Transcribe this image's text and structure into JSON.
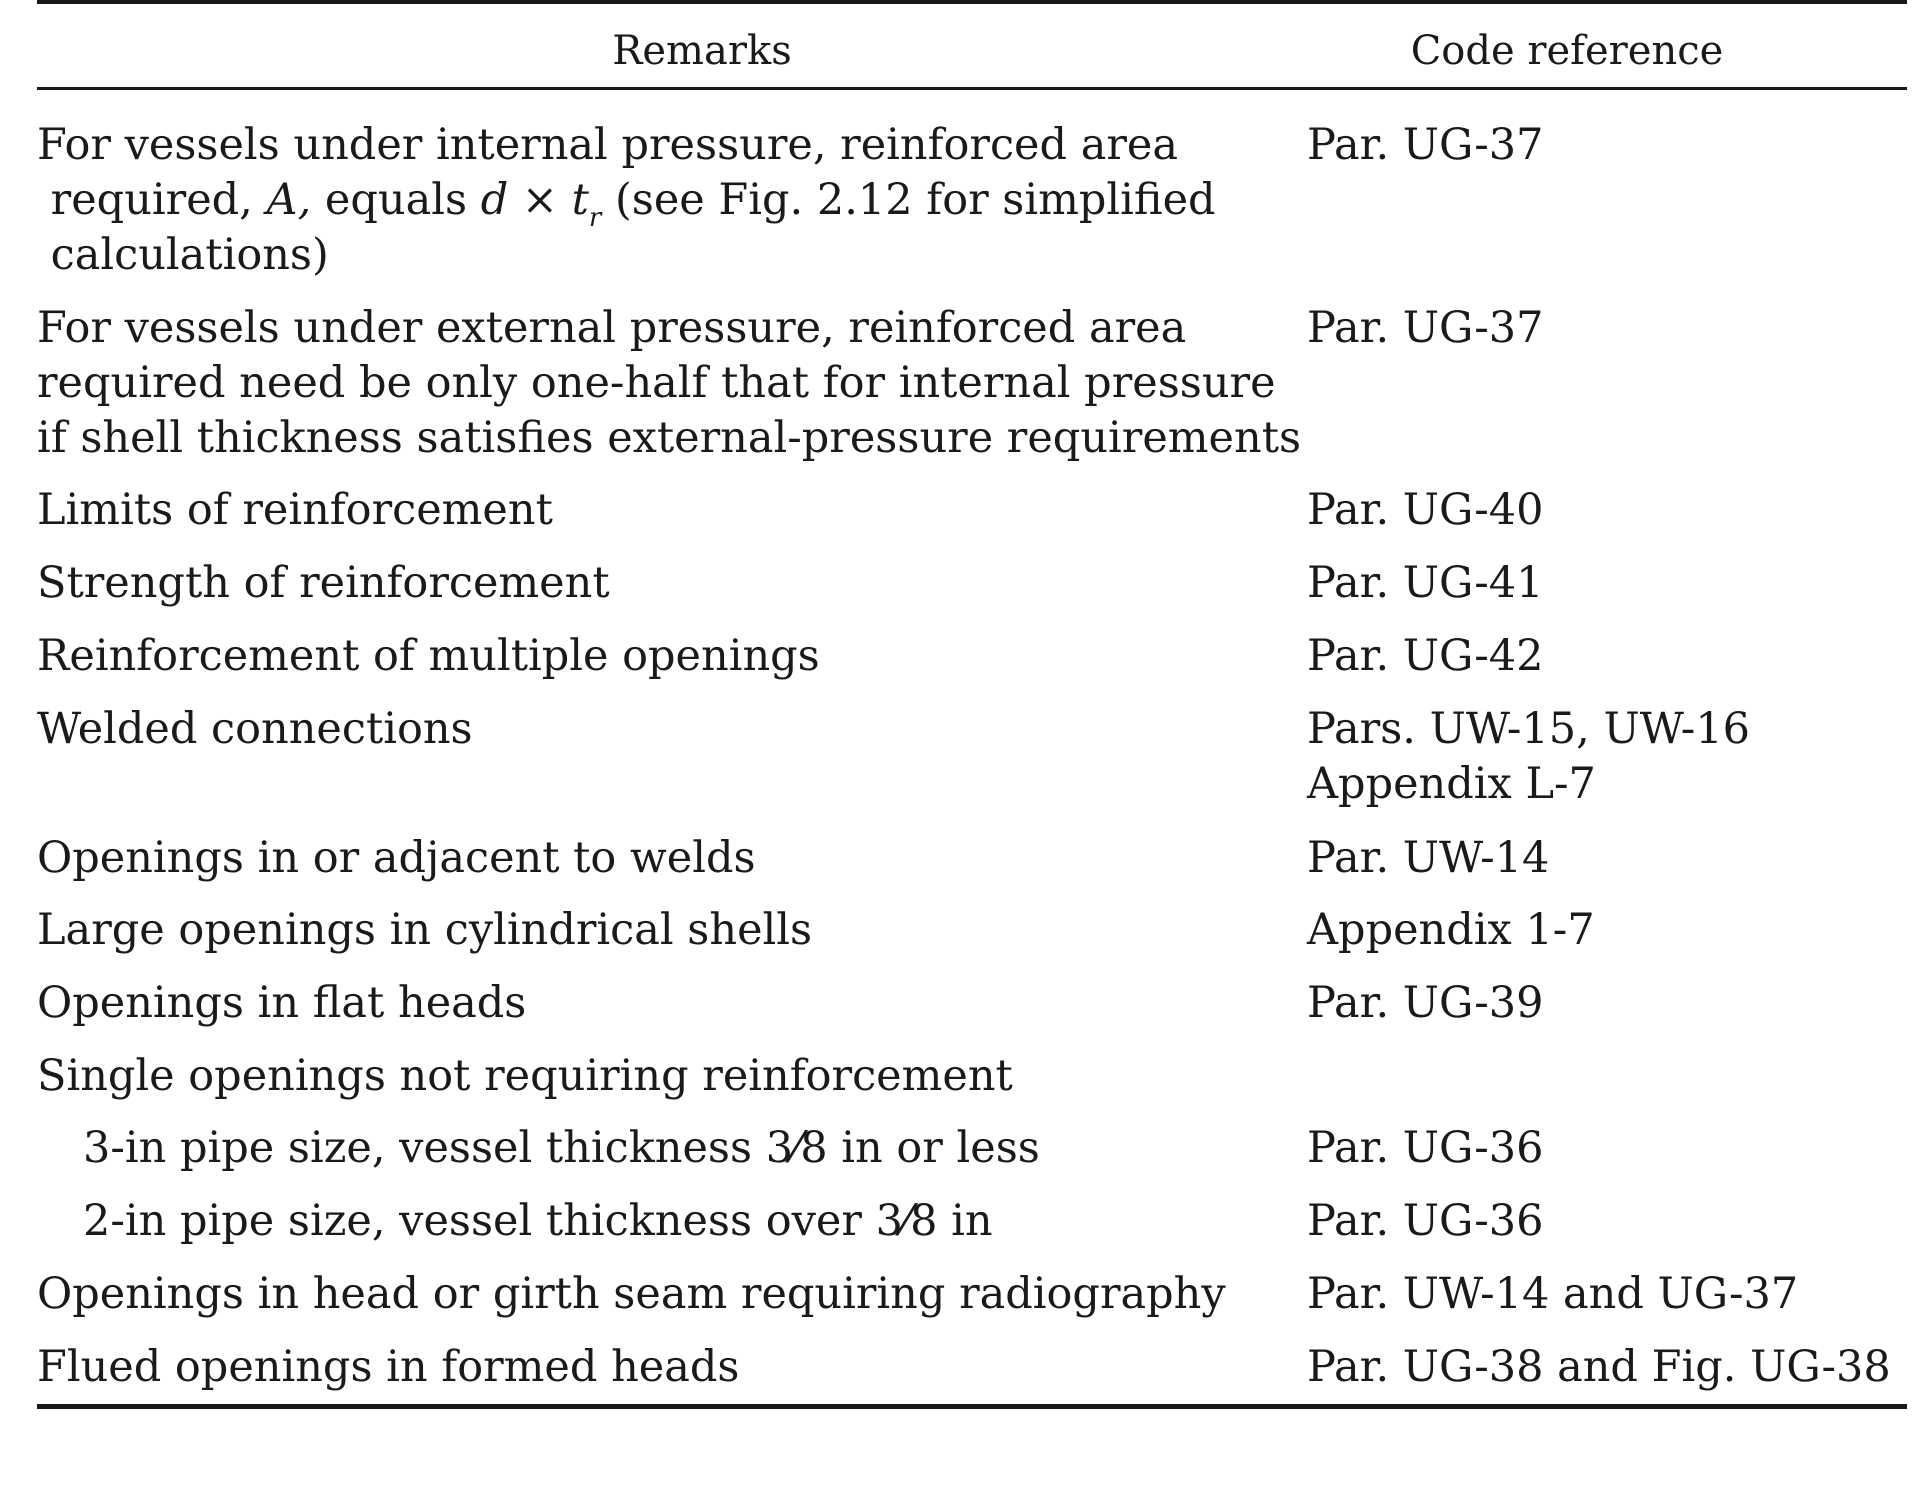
{
  "table": {
    "headers": {
      "remarks": "Remarks",
      "code_reference": "Code reference"
    },
    "rows": [
      {
        "remark_lines": [
          "For vessels under internal pressure, reinforced area",
          " required, A, equals d × tr (see Fig. 2.12 for simplified",
          " calculations)"
        ],
        "code_lines": [
          "Par. UG-37"
        ]
      },
      {
        "remark_lines": [
          "For vessels under external pressure, reinforced area",
          "required need be only one-half that for internal pressure",
          "if shell thickness satisfies external-pressure requirements"
        ],
        "code_lines": [
          "Par. UG-37"
        ]
      },
      {
        "remark_lines": [
          "Limits of reinforcement"
        ],
        "code_lines": [
          "Par. UG-40"
        ]
      },
      {
        "remark_lines": [
          "Strength of reinforcement"
        ],
        "code_lines": [
          "Par. UG-41"
        ]
      },
      {
        "remark_lines": [
          "Reinforcement of multiple openings"
        ],
        "code_lines": [
          "Par. UG-42"
        ]
      },
      {
        "remark_lines": [
          "Welded connections"
        ],
        "code_lines": [
          "Pars. UW-15, UW-16",
          "Appendix L-7"
        ]
      },
      {
        "remark_lines": [
          "Openings in or adjacent to welds"
        ],
        "code_lines": [
          "Par. UW-14"
        ]
      },
      {
        "remark_lines": [
          "Large openings in cylindrical shells"
        ],
        "code_lines": [
          "Appendix 1-7"
        ]
      },
      {
        "remark_lines": [
          "Openings in flat heads"
        ],
        "code_lines": [
          "Par. UG-39"
        ]
      },
      {
        "remark_lines": [
          "Single openings not requiring reinforcement"
        ],
        "code_lines": [
          ""
        ]
      },
      {
        "remark_lines": [
          "3-in pipe size, vessel thickness 3⁄8 in or less"
        ],
        "code_lines": [
          "Par. UG-36"
        ]
      },
      {
        "remark_lines": [
          "2-in pipe size, vessel thickness over 3⁄8 in"
        ],
        "code_lines": [
          "Par. UG-36"
        ]
      },
      {
        "remark_lines": [
          "Openings in head or girth seam requiring radiography"
        ],
        "code_lines": [
          "Par. UW-14 and UG-37"
        ]
      },
      {
        "remark_lines": [
          "Flued openings in formed heads"
        ],
        "code_lines": [
          "Par. UG-38 and Fig. UG-38"
        ]
      }
    ]
  }
}
